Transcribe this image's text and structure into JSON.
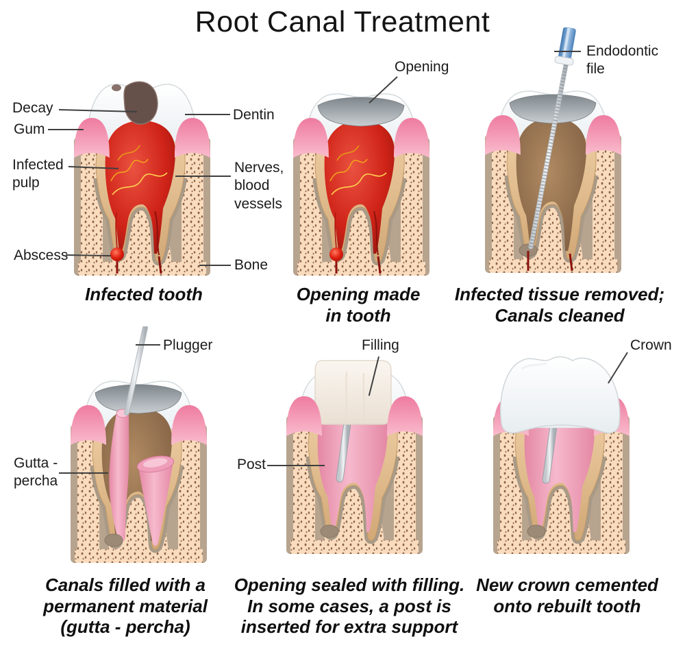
{
  "title": "Root Canal Treatment",
  "colors": {
    "background": "#ffffff",
    "text": "#1b1b1b",
    "leader_line": "#3f3f3f",
    "gum_pink": "#f08fae",
    "bone_marrow_peach": "#f9dcbe",
    "bone_cortical_tan": "#b7a48f",
    "bone_dot_brown": "#8d6248",
    "dentin_tan": "#e6c092",
    "enamel_white": "#f4f7f8",
    "pulp_infected_red": "#cf2318",
    "nerve_yellow": "#f2a21c",
    "decay_brown": "#6b5650",
    "abscess_red": "#d81708",
    "opening_gray": "#9aa1a6",
    "cavity_brown": "#96714e",
    "gutta_percha_pink": "#f0a5bf",
    "metal_silver": "#c9ced3",
    "file_handle_blue": "#4a80ba",
    "filling_cream": "#f1e9df"
  },
  "panels": [
    {
      "id": "infected-tooth",
      "caption": "Infected tooth",
      "labels": [
        {
          "text": "Decay"
        },
        {
          "text": "Gum"
        },
        {
          "text": "Infected\npulp"
        },
        {
          "text": "Abscess"
        },
        {
          "text": "Dentin"
        },
        {
          "text": "Nerves,\nblood\nvessels"
        },
        {
          "text": "Bone"
        }
      ]
    },
    {
      "id": "opening-made",
      "caption": "Opening made\nin tooth",
      "labels": [
        {
          "text": "Opening"
        }
      ]
    },
    {
      "id": "canals-cleaned",
      "caption": "Infected tissue removed;\nCanals cleaned",
      "labels": [
        {
          "text": "Endodontic\nfile"
        }
      ]
    },
    {
      "id": "canals-filled",
      "caption": "Canals filled with a\npermanent material\n(gutta - percha)",
      "labels": [
        {
          "text": "Plugger"
        },
        {
          "text": "Gutta -\npercha"
        }
      ]
    },
    {
      "id": "opening-sealed",
      "caption": "Opening sealed with filling.\nIn some cases, a post is\ninserted for extra support",
      "labels": [
        {
          "text": "Filling"
        },
        {
          "text": "Post"
        }
      ]
    },
    {
      "id": "crown-cemented",
      "caption": "New crown cemented\nonto rebuilt tooth",
      "labels": [
        {
          "text": "Crown"
        }
      ]
    }
  ]
}
